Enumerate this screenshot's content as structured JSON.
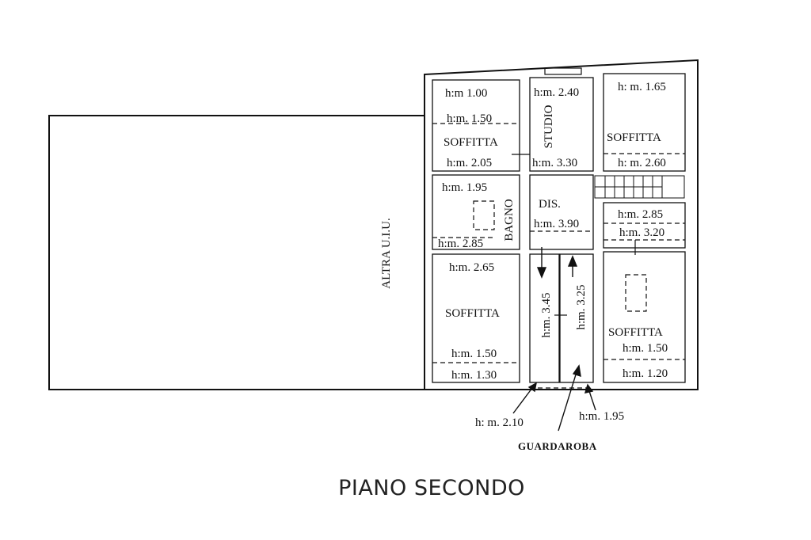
{
  "title": "PIANO SECONDO",
  "neighbor_label": "ALTRA U.I.U.",
  "rooms": {
    "soffitta_top_left": {
      "name": "SOFFITTA",
      "h1": "h:m 1.00",
      "h2": "h:m. 1.50",
      "h3": "h:m. 2.05"
    },
    "studio": {
      "name": "STUDIO",
      "h1": "h:m. 2.40",
      "h2": "h:m. 3.30"
    },
    "soffitta_top_right": {
      "name": "SOFFITTA",
      "h1": "h: m. 1.65",
      "h2": "h: m. 2.60"
    },
    "bagno": {
      "name": "BAGNO",
      "h1": "h:m. 1.95",
      "h2": "h:m. 2.85"
    },
    "dis": {
      "name": "DIS.",
      "h1": "h:m. 3.90"
    },
    "soffitta_right_mid": {
      "h1": "h:m. 2.85",
      "h2": "h:m. 3.20"
    },
    "soffitta_bottom_left": {
      "name": "SOFFITTA",
      "h1": "h:m. 2.65",
      "h2": "h:m. 1.50",
      "h3": "h:m. 1.30"
    },
    "guardaroba": {
      "name": "GUARDAROBA",
      "h_left": "h:m. 3.45",
      "h_right": "h:m. 3.25",
      "h_bottom_left": "h: m. 2.10",
      "h_bottom_right": "h:m. 1.95"
    },
    "soffitta_bottom_right": {
      "name": "SOFFITTA",
      "h1": "h:m. 1.50",
      "h2": "h:m. 1.20"
    }
  }
}
